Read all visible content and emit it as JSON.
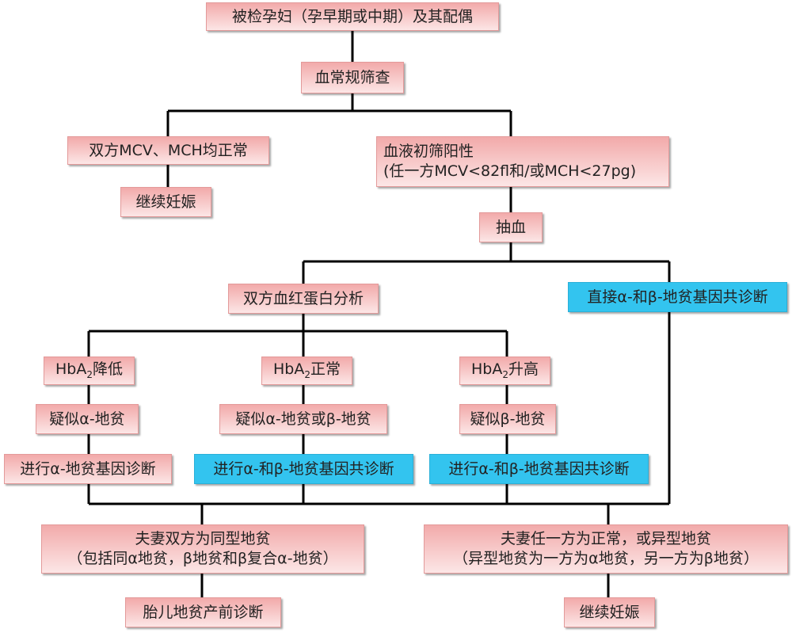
{
  "colors": {
    "pink_top": "#f2aaaa",
    "pink_bottom": "#fce6e6",
    "blue": "#33c4ef",
    "line": "#000000"
  },
  "nodes": {
    "top": "被检孕妇（孕早期或中期）及其配偶",
    "screening": "血常规筛查",
    "normal_both": "双方MCV、MCH均正常",
    "continue_1": "继续妊娠",
    "positive_line1": "血液初筛阳性",
    "positive_line2": "(任一方MCV<82fl和/或MCH<27pg)",
    "draw_blood": "抽血",
    "hb_analysis": "双方血红蛋白分析",
    "direct_gene": "直接α-和β-地贫基因共诊断",
    "hba2_low": {
      "prefix": "HbA",
      "sub": "2",
      "suffix": "降低"
    },
    "hba2_normal": {
      "prefix": "HbA",
      "sub": "2",
      "suffix": "正常"
    },
    "hba2_high": {
      "prefix": "HbA",
      "sub": "2",
      "suffix": "升高"
    },
    "suspect_alpha": "疑似α-地贫",
    "suspect_alpha_beta": "疑似α-地贫或β-地贫",
    "suspect_beta": "疑似β-地贫",
    "gene_alpha": "进行α-地贫基因诊断",
    "gene_ab_1": "进行α-和β-地贫基因共诊断",
    "gene_ab_2": "进行α-和β-地贫基因共诊断",
    "same_type_line1": "夫妻双方为同型地贫",
    "same_type_line2": "（包括同α地贫，β地贫和β复合α-地贫）",
    "diff_type_line1": "夫妻任一方为正常，或异型地贫",
    "diff_type_line2": "（异型地贫为一方为α地贫，另一方为β地贫）",
    "prenatal": "胎儿地贫产前诊断",
    "continue_2": "继续妊娠"
  }
}
